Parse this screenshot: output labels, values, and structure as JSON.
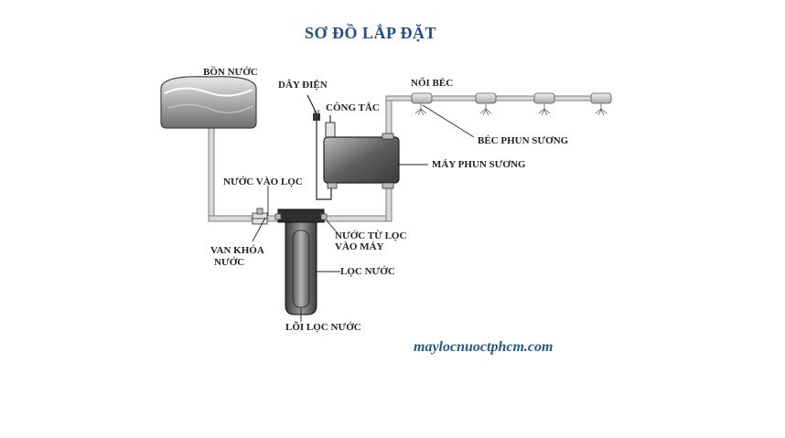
{
  "title": "SƠ ĐỒ LẮP ĐẶT",
  "labels": {
    "tank": "BỒN NƯỚC",
    "power_cord": "DÂY ĐIỆN",
    "switch": "CÔNG TẮC",
    "nozzle_joint": "NỐI BÉC",
    "mist_nozzle": "BÉC PHUN SƯƠNG",
    "mist_machine": "MÁY PHUN SƯƠNG",
    "water_in_filter": "NƯỚC VÀO LỌC",
    "shutoff_valve_line1": "VAN KHÓA",
    "shutoff_valve_line2": "NƯỚC",
    "filter_to_machine_line1": "NƯỚC TỪ LỌC",
    "filter_to_machine_line2": "VÀO MÁY",
    "water_filter": "LỌC NƯỚC",
    "filter_core": "LÕI LỌC NƯỚC"
  },
  "website": "maylocnuoctphcm.com",
  "colors": {
    "title": "#1f4e8c",
    "website": "#1f5a8f",
    "pipe": "#cfcfcf",
    "body": "#7a7a7a"
  }
}
